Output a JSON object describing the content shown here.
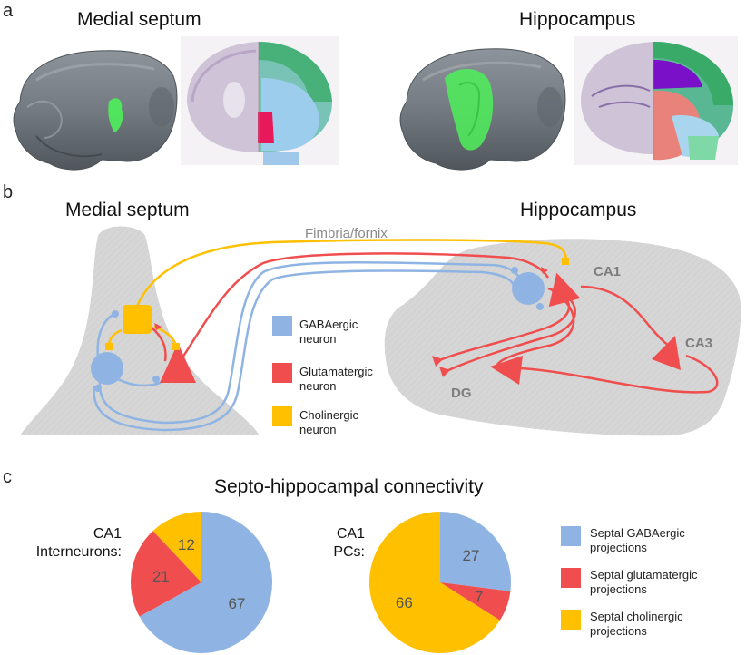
{
  "panels": {
    "a": {
      "label": "a",
      "left_title": "Medial septum",
      "right_title": "Hippocampus"
    },
    "b": {
      "label": "b",
      "left_title": "Medial septum",
      "right_title": "Hippocampus",
      "pathway_label": "Fimbria/fornix",
      "regions": {
        "ca1": "CA1",
        "ca3": "CA3",
        "dg": "DG"
      },
      "legend": [
        {
          "line1": "GABAergic",
          "line2": "neuron",
          "color": "#8fb4e3"
        },
        {
          "line1": "Glutamatergic",
          "line2": "neuron",
          "color": "#f04e4e"
        },
        {
          "line1": "Cholinergic",
          "line2": "neuron",
          "color": "#ffc000"
        }
      ]
    },
    "c": {
      "label": "c",
      "title": "Septo-hippocampal connectivity",
      "pie1_label_line1": "CA1",
      "pie1_label_line2": "Interneurons:",
      "pie2_label_line1": "CA1",
      "pie2_label_line2": "PCs:",
      "legend": [
        {
          "line1": "Septal GABAergic",
          "line2": "projections",
          "color": "#8fb4e3"
        },
        {
          "line1": "Septal glutamatergic",
          "line2": "projections",
          "color": "#f04e4e"
        },
        {
          "line1": "Septal cholinergic",
          "line2": "projections",
          "color": "#ffc000"
        }
      ]
    }
  },
  "chart_data": [
    {
      "type": "pie",
      "title": "",
      "categories": [
        "Septal GABAergic projections",
        "Septal glutamatergic projections",
        "Septal cholinergic projections"
      ],
      "values": [
        67,
        21,
        12
      ],
      "colors": [
        "#8fb4e3",
        "#f04e4e",
        "#ffc000"
      ]
    },
    {
      "type": "pie",
      "title": "",
      "categories": [
        "Septal GABAergic projections",
        "Septal glutamatergic projections",
        "Septal cholinergic projections"
      ],
      "values": [
        27,
        7,
        66
      ],
      "colors": [
        "#8fb4e3",
        "#f04e4e",
        "#ffc000"
      ]
    }
  ]
}
